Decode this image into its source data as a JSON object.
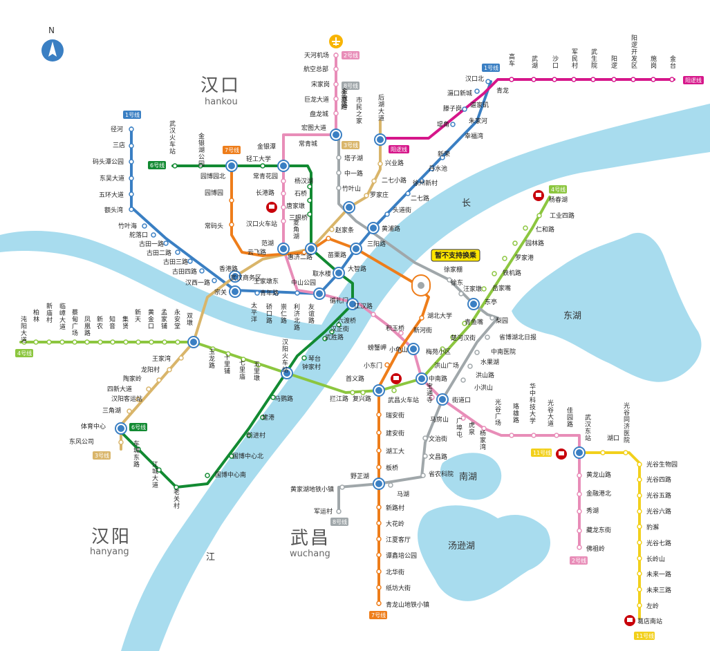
{
  "map": {
    "north_label": "N",
    "notice": "暂不支持换乘",
    "districts": [
      {
        "cn": "汉口",
        "en": "hankou"
      },
      {
        "cn": "汉阳",
        "en": "hanyang"
      },
      {
        "cn": "武昌",
        "en": "wuchang"
      }
    ],
    "water_labels": [
      "长",
      "江",
      "东湖",
      "南湖",
      "汤逊湖"
    ],
    "colors": {
      "water": "#a8dcee",
      "line1": "#3a7fc3",
      "line2": "#e88db8",
      "line3": "#d9b56a",
      "line4": "#8cc63f",
      "line6": "#128a32",
      "line7": "#ee7d1a",
      "line8": "#a0a7aa",
      "line11": "#f2d01c",
      "yangluo": "#d6168a",
      "railway": "#c8000a",
      "airport": "#f8b400"
    },
    "lines": [
      {
        "id": "line1",
        "name": "1号线"
      },
      {
        "id": "line2",
        "name": "2号线"
      },
      {
        "id": "line3",
        "name": "3号线"
      },
      {
        "id": "line4",
        "name": "4号线"
      },
      {
        "id": "line6",
        "name": "6号线"
      },
      {
        "id": "line7",
        "name": "7号线"
      },
      {
        "id": "line8",
        "name": "8号线"
      },
      {
        "id": "line11",
        "name": "11号线"
      },
      {
        "id": "yangluo",
        "name": "阳逻线"
      }
    ],
    "stations": [
      "径河",
      "三店",
      "码头潭公园",
      "东吴大道",
      "五环大道",
      "额头湾",
      "竹叶海",
      "舵落口",
      "古田一路",
      "古田二路",
      "古田三路",
      "古田四路",
      "汉西一路",
      "宗关",
      "太平洋",
      "硚口路",
      "崇仁路",
      "利济北路",
      "友谊路",
      "循礼门",
      "大智路",
      "三阳路",
      "黄浦路",
      "头道街",
      "二七路",
      "徐州新村",
      "丹水池",
      "新荣",
      "堤角",
      "滕子岗",
      "滠口新城",
      "汉口北",
      "天河机场",
      "航空总部",
      "宋家岗",
      "巨龙大道",
      "盘龙城",
      "宏图大道",
      "常青城",
      "金银潭",
      "常青花园",
      "长港路",
      "汉口火车站",
      "范湖",
      "王家墩东",
      "青年路",
      "中山公园",
      "江汉路",
      "积玉桥",
      "螃蟹岬",
      "小龟山",
      "洪山广场",
      "中南路",
      "宝通寺",
      "街道口",
      "广埠屯",
      "虎泉",
      "杨家湾",
      "光谷广场",
      "珞雄路",
      "华中科技大学",
      "光谷大道",
      "佳园路",
      "武汉东站",
      "黄龙山路",
      "金融港北",
      "秀湖",
      "藏龙东街",
      "佛祖岭",
      "金盘路",
      "市民之家",
      "后湖大道",
      "兴业路",
      "二七小路",
      "罗家庄",
      "赵家条",
      "惠济二路",
      "香港路",
      "武汉商务区",
      "双墩",
      "王家湾",
      "龙阳村",
      "陶家岭",
      "四新大道",
      "汉阳客运站",
      "三角湖",
      "体育中心",
      "东风公司",
      "沌阳大道",
      "柏林",
      "新庙村",
      "临嶂大道",
      "蔡甸广场",
      "凤凰路",
      "新农",
      "知音",
      "集贤",
      "新天",
      "黄金口",
      "孟家铺",
      "永安堂",
      "玉龙路",
      "十里铺",
      "七里庙",
      "五里墩",
      "汉阳火车站",
      "钟家村",
      "拦江路",
      "复兴路",
      "首义路",
      "武昌火车站",
      "梅苑小区",
      "楚河汉街",
      "青鱼嘴",
      "东亭",
      "岳家嘴",
      "铁机路",
      "罗家港",
      "园林路",
      "仁和路",
      "工业四路",
      "杨春湖",
      "武汉火车站",
      "金银湖公园",
      "园博园北",
      "园博园",
      "常码头",
      "云飞路",
      "取水楼",
      "六渡桥",
      "汉正街",
      "武胜路",
      "琴台",
      "马鹦路",
      "建港",
      "前进村",
      "国博中心北",
      "国博中心南",
      "老关村",
      "江城大道",
      "车城东路",
      "轻工大学",
      "杨汉湖",
      "石桥",
      "唐家墩",
      "三眼桥",
      "菱角湖",
      "苗栗路",
      "瑞安街",
      "建安街",
      "湖工大",
      "板桥",
      "野芷湖",
      "新路村",
      "大花岭",
      "江夏客厅",
      "谭鑫培公园",
      "北华街",
      "纸坊大街",
      "青龙山地铁小镇",
      "金潭路",
      "塔子湖",
      "中一路",
      "竹叶山",
      "徐家棚",
      "徐东",
      "汪家墩",
      "梨园",
      "省博湖北日报",
      "中南医院",
      "水果湖",
      "洪山路",
      "小洪山",
      "文治街",
      "文昌路",
      "省农科院",
      "马湖",
      "黄家湖地铁小镇",
      "军运村",
      "湖北大学",
      "新河街",
      "小东门",
      "马房山",
      "光谷同济医院",
      "湖口",
      "光谷生物园",
      "光谷四路",
      "光谷五路",
      "光谷六路",
      "豹澥",
      "光谷七路",
      "长岭山",
      "未来一路",
      "未来三路",
      "左岭",
      "葛店南站",
      "幸福湾",
      "朱家河",
      "谌家矶",
      "青龙",
      "高车",
      "武湖",
      "沙口",
      "军民村",
      "武生院",
      "阳逻",
      "阳逻开发区",
      "施岗",
      "金台"
    ]
  }
}
